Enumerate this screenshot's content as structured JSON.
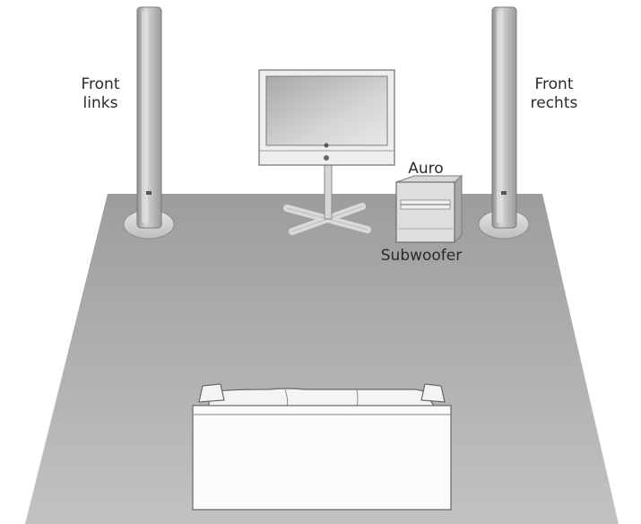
{
  "labels": {
    "front_left_line1": "Front",
    "front_left_line2": "links",
    "front_right_line1": "Front",
    "front_right_line2": "rechts",
    "auro": "Auro",
    "subwoofer": "Subwoofer"
  },
  "icons": {
    "front_left_speaker": "floor-standing-speaker-icon",
    "front_right_speaker": "floor-standing-speaker-icon",
    "tv": "television-on-stand-icon",
    "subwoofer": "subwoofer-box-icon",
    "sofa": "sofa-icon"
  },
  "colors": {
    "floor": "#a9a9a9",
    "speaker": "#b8b8b8",
    "outline": "#6e6e6e"
  }
}
